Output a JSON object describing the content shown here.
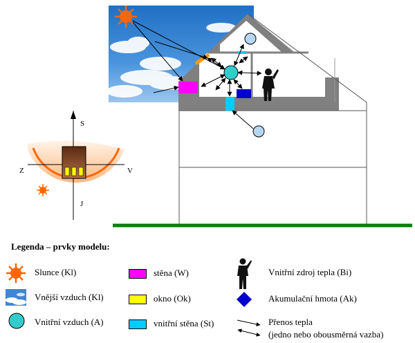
{
  "compass": {
    "north": "S",
    "south": "J",
    "west": "Z",
    "east": "V"
  },
  "legend": {
    "title": "Legenda – prvky modelu:",
    "items": {
      "sun": "Slunce (Kl)",
      "outside_air": "Vnější vzduch (Kl)",
      "inside_air": "Vnitřní vzduch (A)",
      "wall": "stěna (W)",
      "window": "okno (Ok)",
      "inner_wall": "vnitřní stěna (St)",
      "heat_source": "Vnitřní zdroj tepla (Bi)",
      "mass": "Akumulační hmota (Ak)",
      "transfer_1": "Přenos tepla",
      "transfer_2": "(jedno nebo obousměrná vazba)"
    }
  },
  "colors": {
    "wall": "#ff00ff",
    "window": "#ffff00",
    "inner_wall": "#00ccff",
    "inside_air": "#33cccc",
    "outside_air": "#b7d7f0",
    "mass": "#0000cc",
    "sun": "#ff6600",
    "ground": "#008000",
    "roof": "#808080"
  }
}
